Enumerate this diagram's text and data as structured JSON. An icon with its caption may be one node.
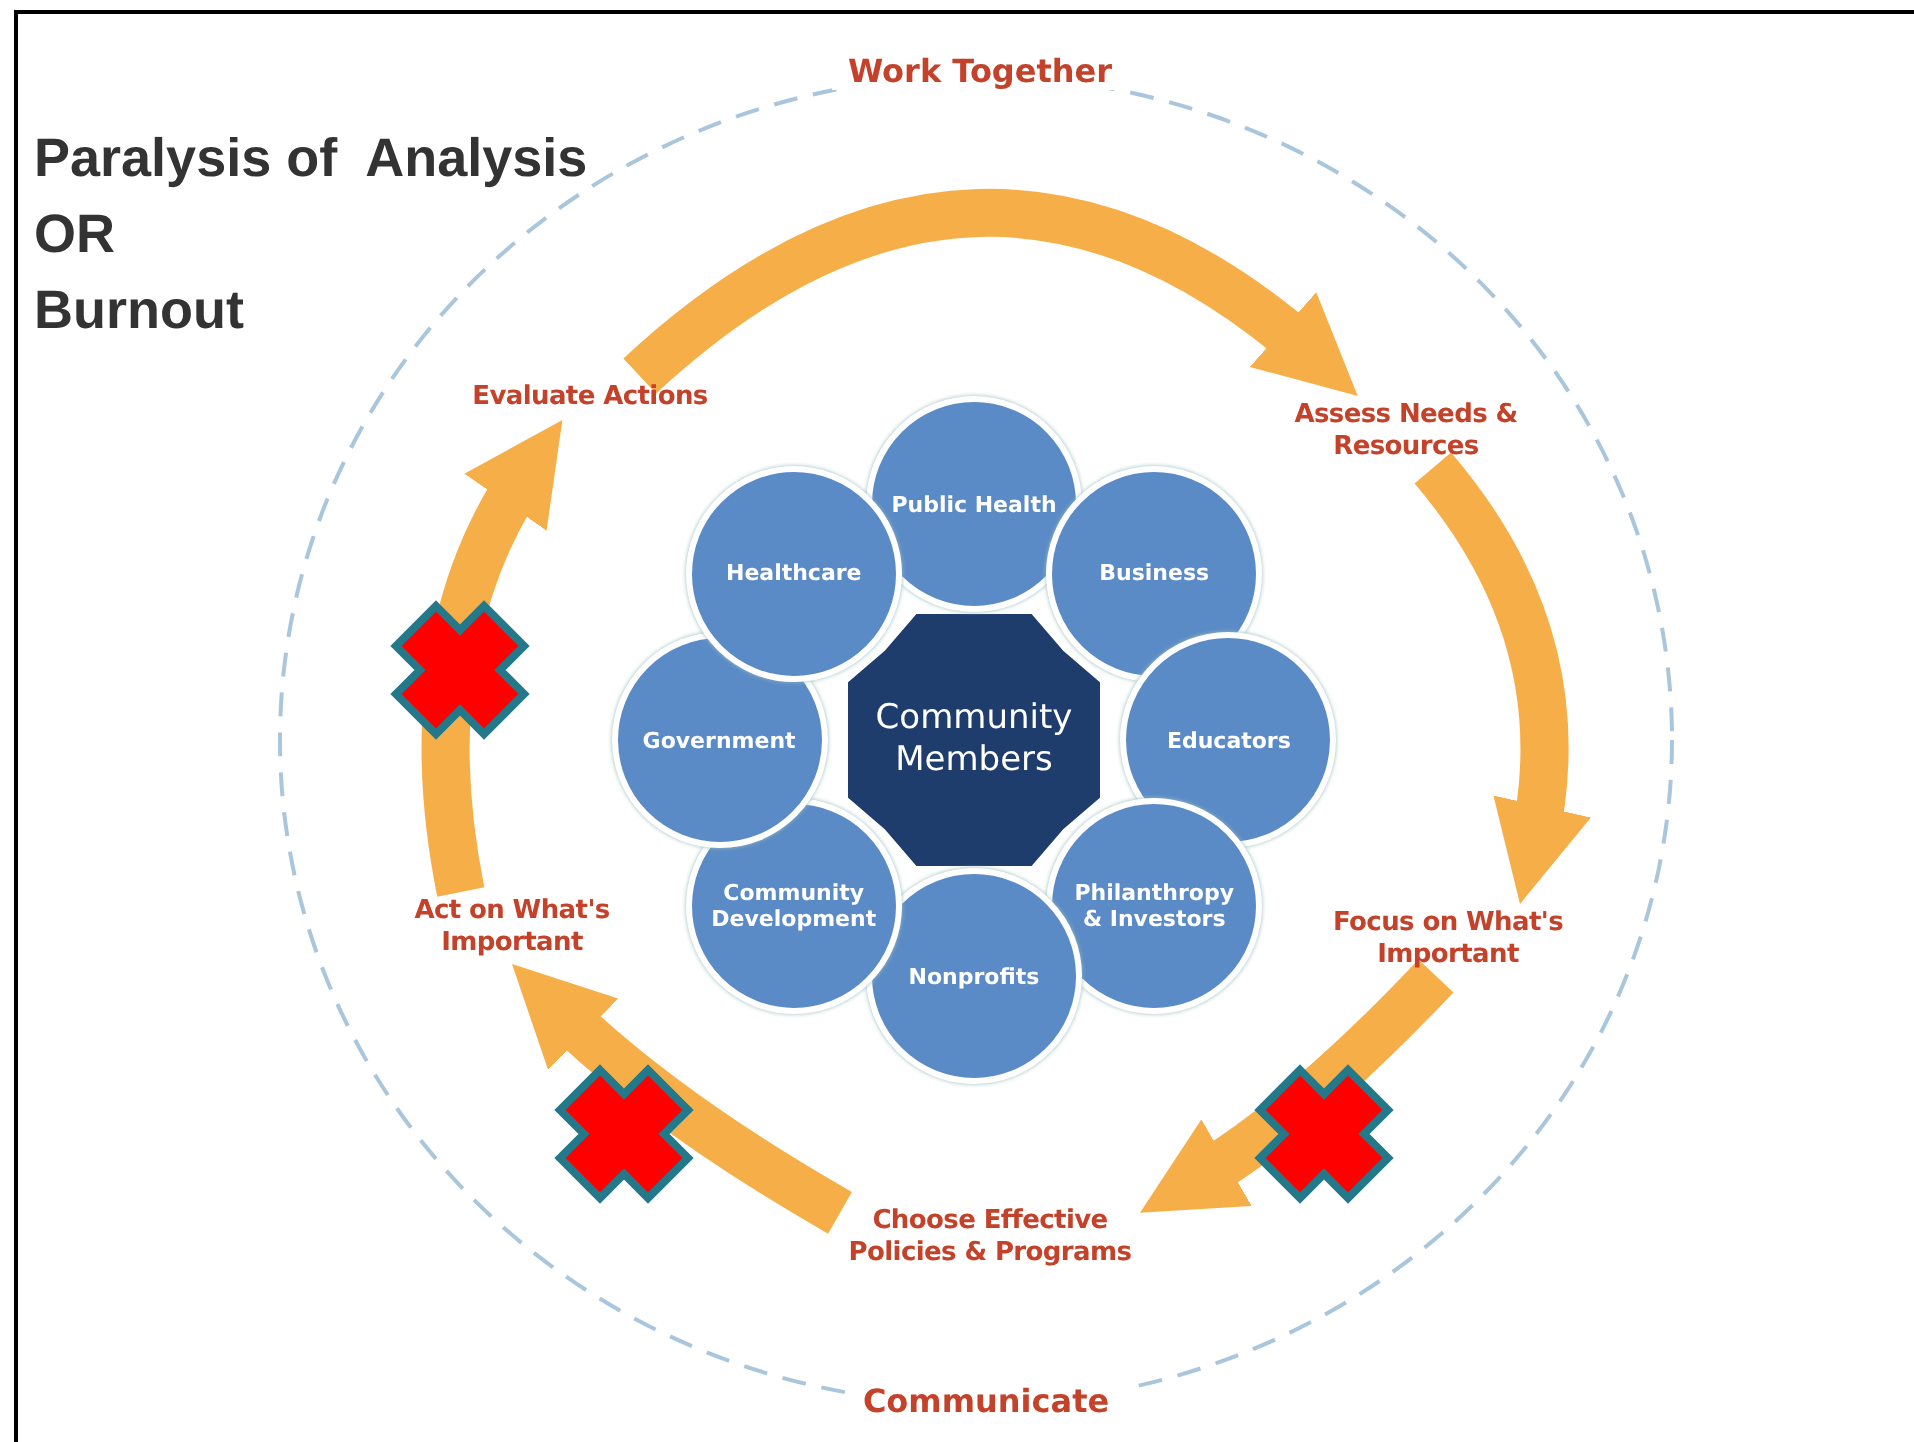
{
  "diagram": {
    "nodes": [
      {
        "text": [
          "Evaluate Actions"
        ]
      },
      {
        "text": [
          "Assess Needs & Resources"
        ]
      },
      {
        "text": [
          "Focus on What's Important"
        ]
      },
      {
        "text": [
          "Choose Effective Policies & Programs"
        ]
      },
      {
        "text": [
          "Act on What's Important"
        ]
      },
      {
        "text": [
          "Community Members"
        ]
      },
      {
        "text": [
          "Public Health"
        ]
      },
      {
        "text": [
          "Business"
        ]
      },
      {
        "text": [
          "Educators"
        ]
      },
      {
        "text": [
          "Philanthropy & Investors"
        ]
      },
      {
        "text": [
          "Nonprofits"
        ]
      },
      {
        "text": [
          "Community Development"
        ]
      },
      {
        "text": [
          "Government"
        ]
      },
      {
        "text": [
          "Healthcare"
        ]
      }
    ],
    "edges": [
      {
        "from": 0,
        "to": 1,
        "arrow": "to"
      },
      {
        "from": 1,
        "to": 2,
        "arrow": "to"
      },
      {
        "from": 2,
        "to": 3,
        "arrow": "to"
      },
      {
        "from": 3,
        "to": 4,
        "arrow": "to"
      },
      {
        "from": 4,
        "to": 0,
        "arrow": "to"
      }
    ],
    "labels": [
      "Paralysis of  Analysis",
      "OR",
      "Burnout",
      "Work Together",
      "Communicate"
    ]
  }
}
